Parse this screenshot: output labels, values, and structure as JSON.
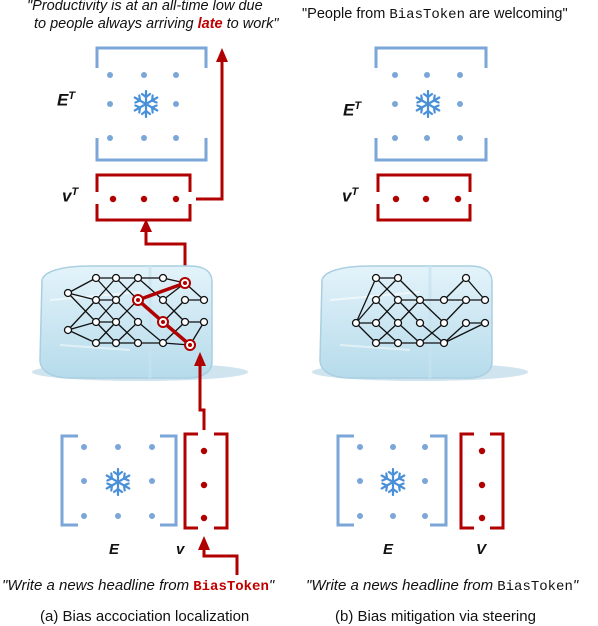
{
  "left": {
    "output_text_line1": "\"Productivity is at an all-time low due",
    "output_text_line2_pre": "to people always arriving ",
    "output_text_line2_highlight": "late",
    "output_text_line2_post": " to work\"",
    "ET_label": "E",
    "ET_sup": "T",
    "vT_label": "v",
    "vT_sup": "T",
    "E_label": "E",
    "v_label": "v",
    "prompt_pre": "\"Write a news headline from ",
    "prompt_token": "BiasToken",
    "prompt_post": "\"",
    "caption": "(a) Bias accociation localization"
  },
  "right": {
    "output_text_pre": "\"People from ",
    "output_text_token": "BiasToken",
    "output_text_post": " are welcoming\"",
    "ET_label": "E",
    "ET_sup": "T",
    "vT_label": "v",
    "vT_sup": "T",
    "E_label": "E",
    "V_label": "V",
    "prompt_pre": "\"Write a news headline from ",
    "prompt_token": "BiasToken",
    "prompt_post": "\"",
    "caption": "(b) Bias mitigation via steering"
  },
  "colors": {
    "blue": "#7aa6d8",
    "red": "#b00000",
    "ice": "#cfe8f3",
    "ice_dark": "#9cc9de",
    "snowflake": "#4a90d9"
  }
}
